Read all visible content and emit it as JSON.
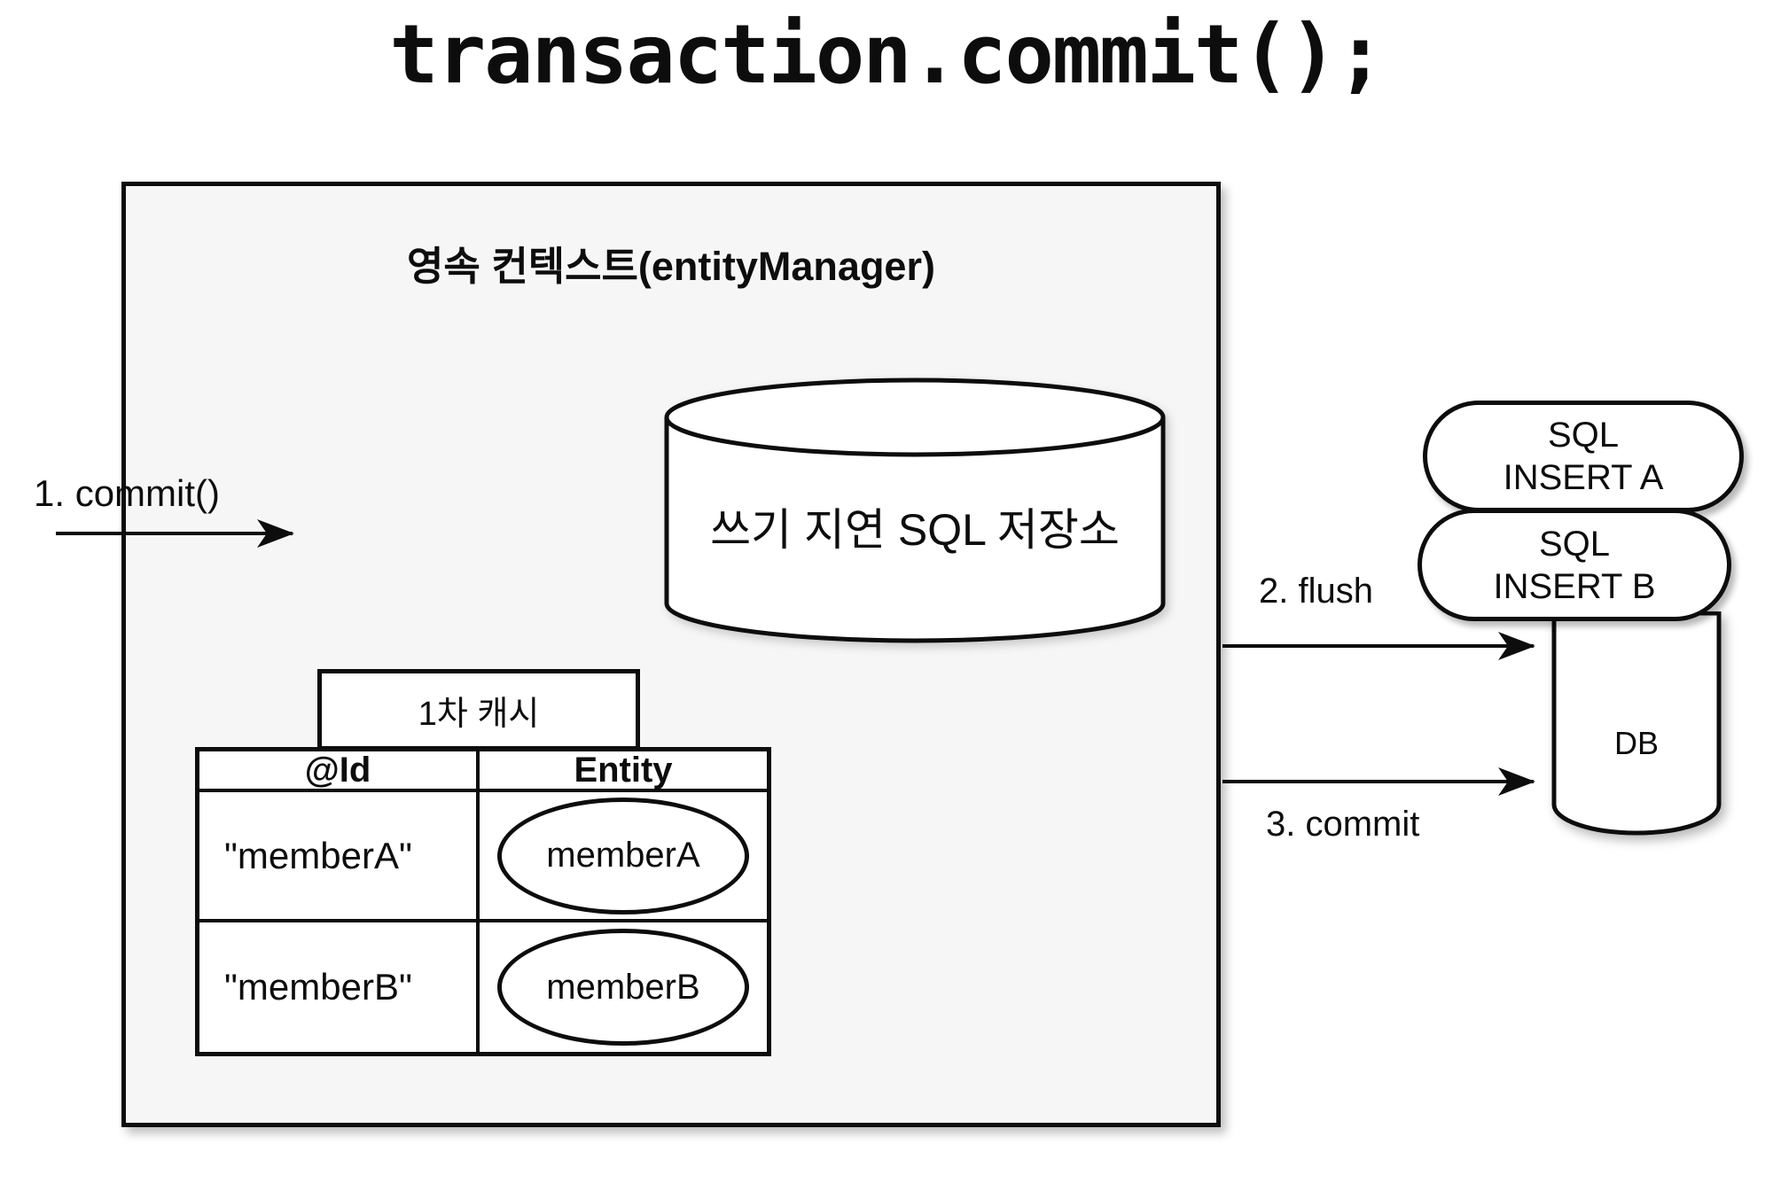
{
  "title": "transaction.commit();",
  "colors": {
    "stroke": "#0d0d0d",
    "context_fill": "#f6f6f6",
    "shape_fill": "#ffffff"
  },
  "persistence_context": {
    "label": "영속 컨텍스트(entityManager)",
    "write_behind_sql_store": {
      "label": "쓰기 지연 SQL 저장소"
    },
    "first_level_cache": {
      "label": "1차 캐시",
      "table": {
        "headers": [
          "@Id",
          "Entity"
        ],
        "rows": [
          {
            "id": "\"memberA\"",
            "entity": "memberA"
          },
          {
            "id": "\"memberB\"",
            "entity": "memberB"
          }
        ]
      }
    }
  },
  "flow": {
    "step1": "1. commit()",
    "step2": "2. flush",
    "step3": "3. commit"
  },
  "sql_batch": [
    {
      "line1": "SQL",
      "line2": "INSERT A"
    },
    {
      "line1": "SQL",
      "line2": "INSERT B"
    }
  ],
  "database": {
    "label": "DB"
  }
}
